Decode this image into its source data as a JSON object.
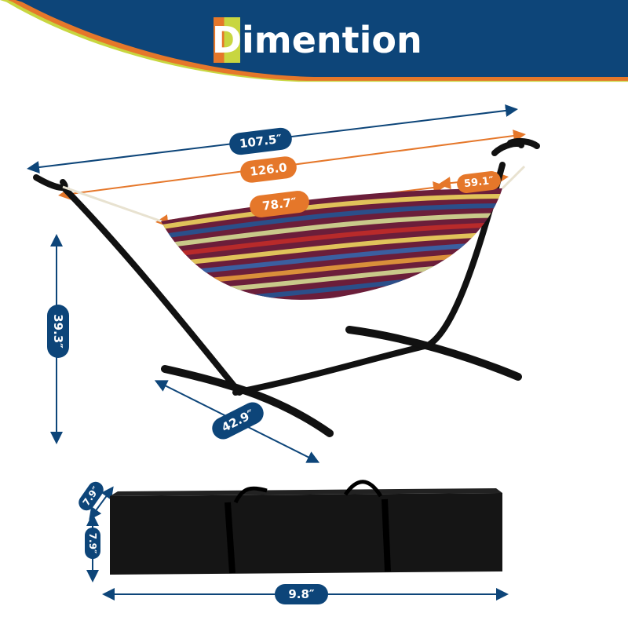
{
  "header": {
    "title_initial": "D",
    "title_rest": "imention"
  },
  "colors": {
    "navy": "#0d4579",
    "orange": "#e5772a",
    "lime": "#c8d640",
    "frame": "#111111"
  },
  "dimensions": {
    "frame_length": "107.5″",
    "overall_length": "126.0",
    "bed_length": "78.7″",
    "bed_width": "59.1″",
    "height": "39.3″",
    "base_width": "42.9″",
    "bag_depth": "7.9″",
    "bag_height": "7.9″",
    "bag_length": "9.8″"
  }
}
